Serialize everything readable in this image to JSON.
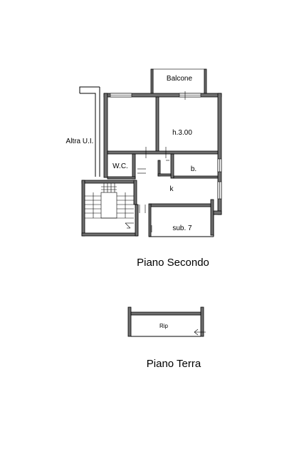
{
  "floors": [
    {
      "title": "Piano Secondo",
      "rooms": {
        "balcone": "Balcone",
        "height": "h.3.00",
        "altra": "Altra U.I.",
        "wc": "W.C.",
        "bagno": "b.",
        "kitchen": "k",
        "sub": "sub. 7"
      }
    },
    {
      "title": "Piano Terra",
      "rooms": {
        "rip": "Rip"
      }
    }
  ]
}
